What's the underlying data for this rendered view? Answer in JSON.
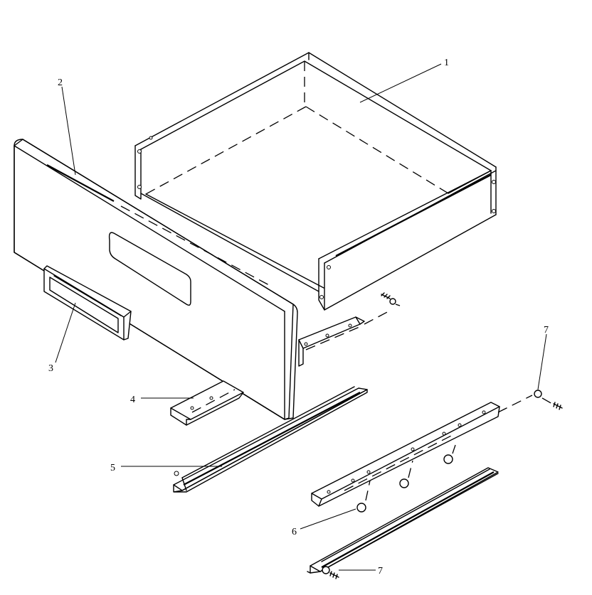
{
  "callouts": {
    "c1": "1",
    "c2": "2",
    "c3": "3",
    "c4": "4",
    "c5": "5",
    "c6": "6",
    "c7a": "7",
    "c7b": "7"
  }
}
